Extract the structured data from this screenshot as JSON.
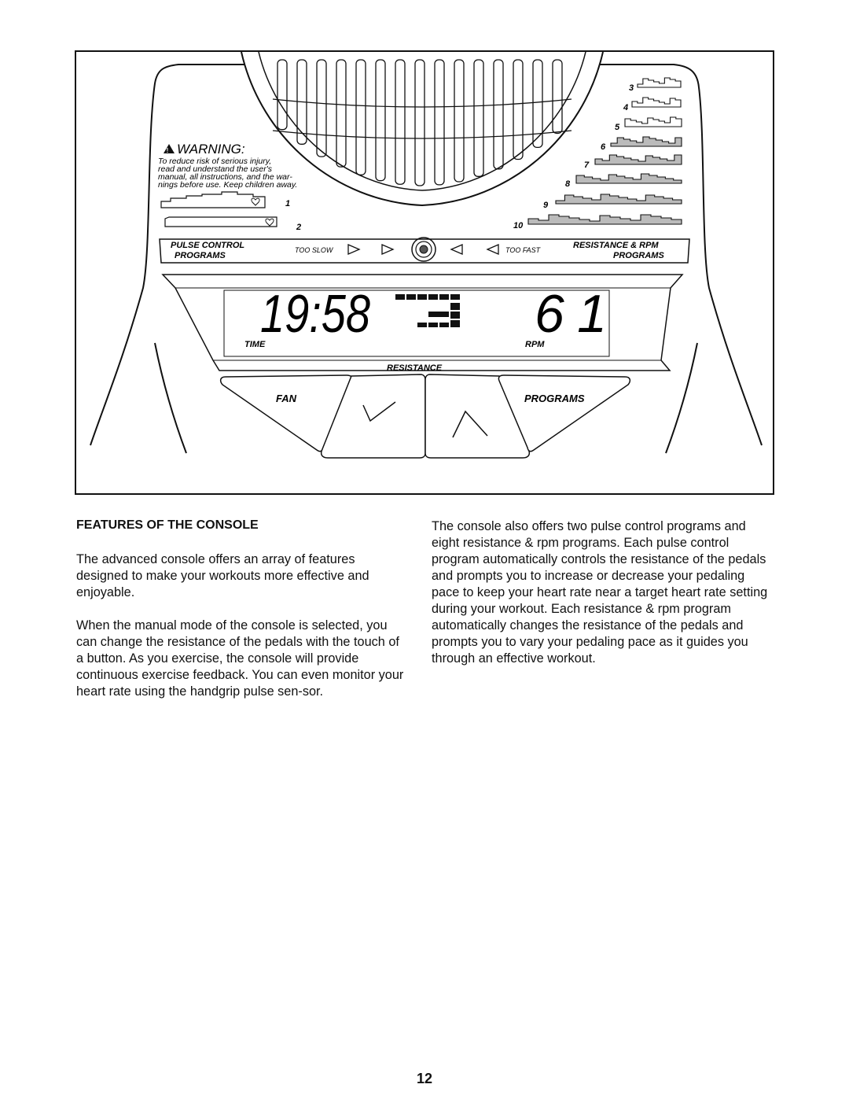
{
  "console": {
    "warning_title": "WARNING:",
    "warning_lines": [
      "To reduce risk of serious injury,",
      "read and understand the user's",
      "manual, all instructions, and the war-",
      "nings before use. Keep children away."
    ],
    "pulse_program_numbers": [
      "1",
      "2"
    ],
    "rpm_program_numbers": [
      "3",
      "4",
      "5",
      "6",
      "7",
      "8",
      "9",
      "10"
    ],
    "pulse_label_line1": "PULSE CONTROL",
    "pulse_label_line2": "PROGRAMS",
    "too_slow": "TOO SLOW",
    "too_fast": "TOO FAST",
    "rpm_label_line1": "RESISTANCE & RPM",
    "rpm_label_line2": "PROGRAMS",
    "display": {
      "time": "19:58",
      "rpm": "61",
      "time_label": "TIME",
      "rpm_label": "RPM",
      "resistance_bar_levels": [
        1,
        1,
        3,
        2
      ]
    },
    "resistance_label": "RESISTANCE",
    "fan_label": "FAN",
    "programs_label": "PROGRAMS",
    "down_icon": "chevron-down-icon",
    "up_icon": "chevron-up-icon"
  },
  "section": {
    "heading": "FEATURES OF THE CONSOLE",
    "left_paragraphs": [
      "The advanced console offers an array of features designed to make your workouts more effective and enjoyable.",
      "When the manual mode of the console is selected, you can change the resistance of the pedals with the touch of a button. As you exercise, the console will provide continuous exercise feedback. You can even monitor your heart rate using the handgrip pulse sen-sor."
    ],
    "right_paragraphs": [
      "The console also offers two pulse control programs and eight resistance & rpm programs. Each pulse control program automatically controls the resistance of the pedals and prompts you to increase or decrease your pedaling pace to keep your heart rate near a target heart rate setting during your workout. Each resistance & rpm program automatically changes the resistance of the pedals and prompts you to vary your pedaling pace as it guides you through an effective workout."
    ]
  },
  "page_number": "12"
}
